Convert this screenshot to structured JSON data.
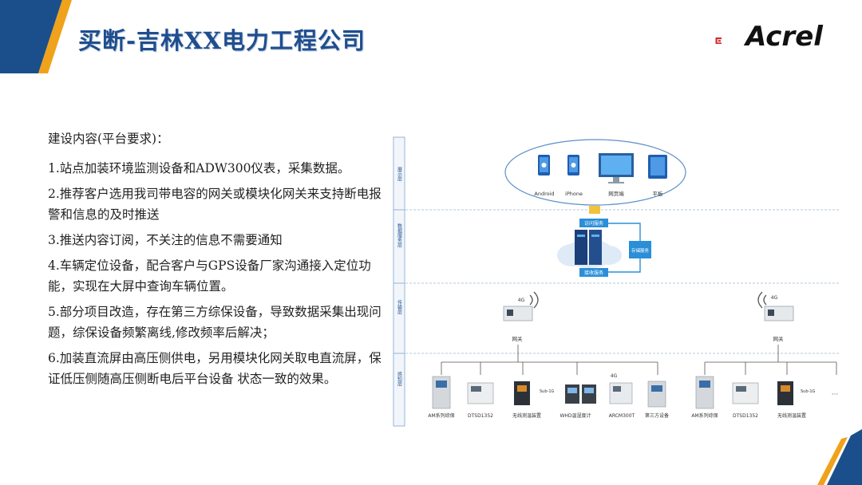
{
  "header": {
    "title": "买断-吉林XX电力工程公司",
    "logo_text": "Acrel"
  },
  "content": {
    "heading": "建设内容(平台要求)：",
    "items": [
      "1.站点加装环境监测设备和ADW300仪表，采集数据。",
      "2.推荐客户选用我司带电容的网关或模块化网关来支持断电报警和信息的及时推送",
      "3.推送内容订阅，不关注的信息不需要通知",
      "4.车辆定位设备，配合客户与GPS设备厂家沟通接入定位功能，实现在大屏中查询车辆位置。",
      "5.部分项目改造，存在第三方综保设备，导致数据采集出现问题，综保设备频繁离线,修改频率后解决；",
      "6.加装直流屏由高压侧供电，另用模块化网关取电直流屏，保证低压侧随高压侧断电后平台设备 状态一致的效果。"
    ]
  },
  "diagram": {
    "layers": [
      "展示层",
      "数据服务层",
      "传输层",
      "感知层"
    ],
    "display_devices": [
      "Android",
      "iPhone",
      "网页端",
      "平板"
    ],
    "cloud": {
      "access_service": "访问服务",
      "storage_service": "存储服务",
      "receive_service": "接收服务"
    },
    "gateway_label": "网关",
    "signal_label": "4G",
    "left_devices": [
      "AM系列综保",
      "DTSD1352",
      "无线测温装置",
      "WHD温湿度计",
      "ARCM300T",
      "第三方设备"
    ],
    "right_devices": [
      "AM系列综保",
      "DTSD1352",
      "无线测温装置"
    ],
    "sub_label": "Sub-1G",
    "ellipsis": "···"
  },
  "colors": {
    "title": "#1f4e8f",
    "corner_dark": "#1b4f8c",
    "corner_accent": "#f0a21b",
    "logo_red": "#d6282e",
    "service_box": "#2b8fd8"
  }
}
